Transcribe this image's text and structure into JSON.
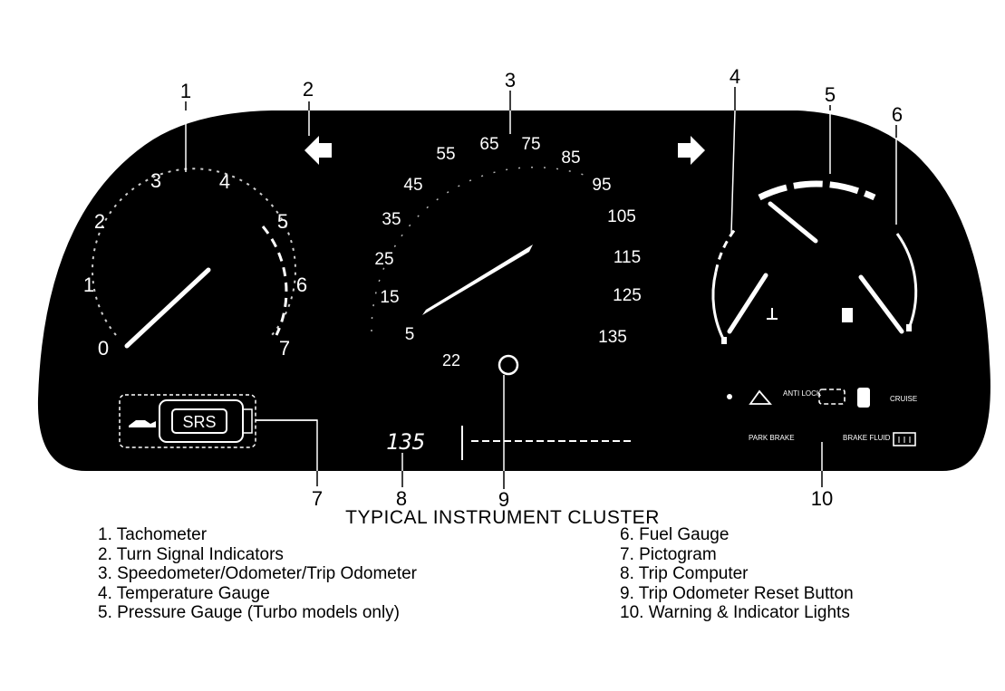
{
  "figure": {
    "caption": "TYPICAL INSTRUMENT CLUSTER",
    "callouts": [
      "1",
      "2",
      "3",
      "4",
      "5",
      "6",
      "7",
      "8",
      "9",
      "10"
    ]
  },
  "tachometer": {
    "ticks": [
      "0",
      "1",
      "2",
      "3",
      "4",
      "5",
      "6",
      "7"
    ]
  },
  "speedometer": {
    "ticks": [
      "5",
      "15",
      "25",
      "35",
      "45",
      "55",
      "65",
      "75",
      "85",
      "95",
      "105",
      "115",
      "125",
      "135"
    ]
  },
  "trip_computer": {
    "display": "135"
  },
  "pictogram": {
    "label": "SRS"
  },
  "warning_lights": {
    "labels": [
      "CRUISE",
      "PARK BRAKE",
      "BRAKE FLUID",
      "ANTI LOCK"
    ]
  },
  "legend": [
    {
      "num": "1.",
      "text": "Tachometer"
    },
    {
      "num": "2.",
      "text": "Turn Signal Indicators"
    },
    {
      "num": "3.",
      "text": "Speedometer/Odometer/Trip Odometer"
    },
    {
      "num": "4.",
      "text": "Temperature Gauge"
    },
    {
      "num": "5.",
      "text": "Pressure Gauge (Turbo models only)"
    },
    {
      "num": "6.",
      "text": "Fuel Gauge"
    },
    {
      "num": "7.",
      "text": "Pictogram"
    },
    {
      "num": "8.",
      "text": "Trip Computer"
    },
    {
      "num": "9.",
      "text": "Trip Odometer Reset Button"
    },
    {
      "num": "10.",
      "text": "Warning & Indicator Lights"
    }
  ],
  "colors": {
    "panel": "#000000",
    "ink": "#ffffff",
    "background": "#ffffff"
  }
}
